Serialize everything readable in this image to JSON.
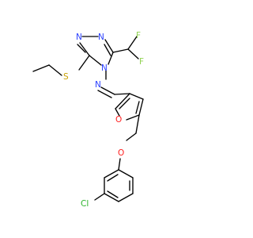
{
  "molecule": {
    "atoms": {
      "n_triazole_top": {
        "text": "N",
        "color": "#2b40ff"
      },
      "n_triazole_left": {
        "text": "N",
        "color": "#2b40ff"
      },
      "n_triazole_ring": {
        "text": "N",
        "color": "#2b40ff"
      },
      "n_imine": {
        "text": "N",
        "color": "#2b40ff"
      },
      "f_upper": {
        "text": "F",
        "color": "#8fd14f"
      },
      "f_right": {
        "text": "F",
        "color": "#8fd14f"
      },
      "s_thioether": {
        "text": "S",
        "color": "#c9a000"
      },
      "o_furan": {
        "text": "O",
        "color": "#ff2020"
      },
      "o_ether": {
        "text": "O",
        "color": "#ff2020"
      },
      "cl_chloro": {
        "text": "Cl",
        "color": "#2ab32a"
      }
    }
  }
}
